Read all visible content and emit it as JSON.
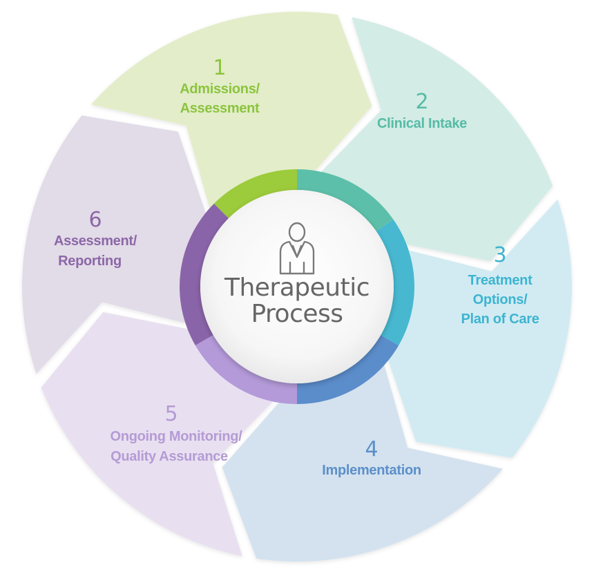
{
  "center": {
    "title_line1": "Therapeutic",
    "title_line2": "Process",
    "icon": "person-icon"
  },
  "colors": {
    "step1_fill": "#e3edc9",
    "step1_text": "#8bc43f",
    "step1_ring": "#9ccb3b",
    "step2_fill": "#d3ece6",
    "step2_text": "#56bba5",
    "step2_ring": "#5cbfa9",
    "step3_fill": "#d2ebf2",
    "step3_text": "#3db4d1",
    "step3_ring": "#47b8d0",
    "step4_fill": "#d4e2ef",
    "step4_text": "#5b8fc9",
    "step4_ring": "#5b8dcb",
    "step5_fill": "#e8e0f0",
    "step5_text": "#b59bd5",
    "step5_ring": "#b49ad9",
    "step6_fill": "#e2dbe8",
    "step6_text": "#8c67a6",
    "step6_ring": "#8a64a8",
    "center_text": "#666666"
  },
  "steps": [
    {
      "number": "1",
      "line1": "Admissions/",
      "line2": "Assessment"
    },
    {
      "number": "2",
      "line1": "Clinical Intake",
      "line2": ""
    },
    {
      "number": "3",
      "line1": "Treatment",
      "line2": "Options/",
      "line3": "Plan of Care"
    },
    {
      "number": "4",
      "line1": "Implementation",
      "line2": ""
    },
    {
      "number": "5",
      "line1": "Ongoing Monitoring/",
      "line2": "Quality Assurance"
    },
    {
      "number": "6",
      "line1": "Assessment/",
      "line2": "Reporting"
    }
  ]
}
